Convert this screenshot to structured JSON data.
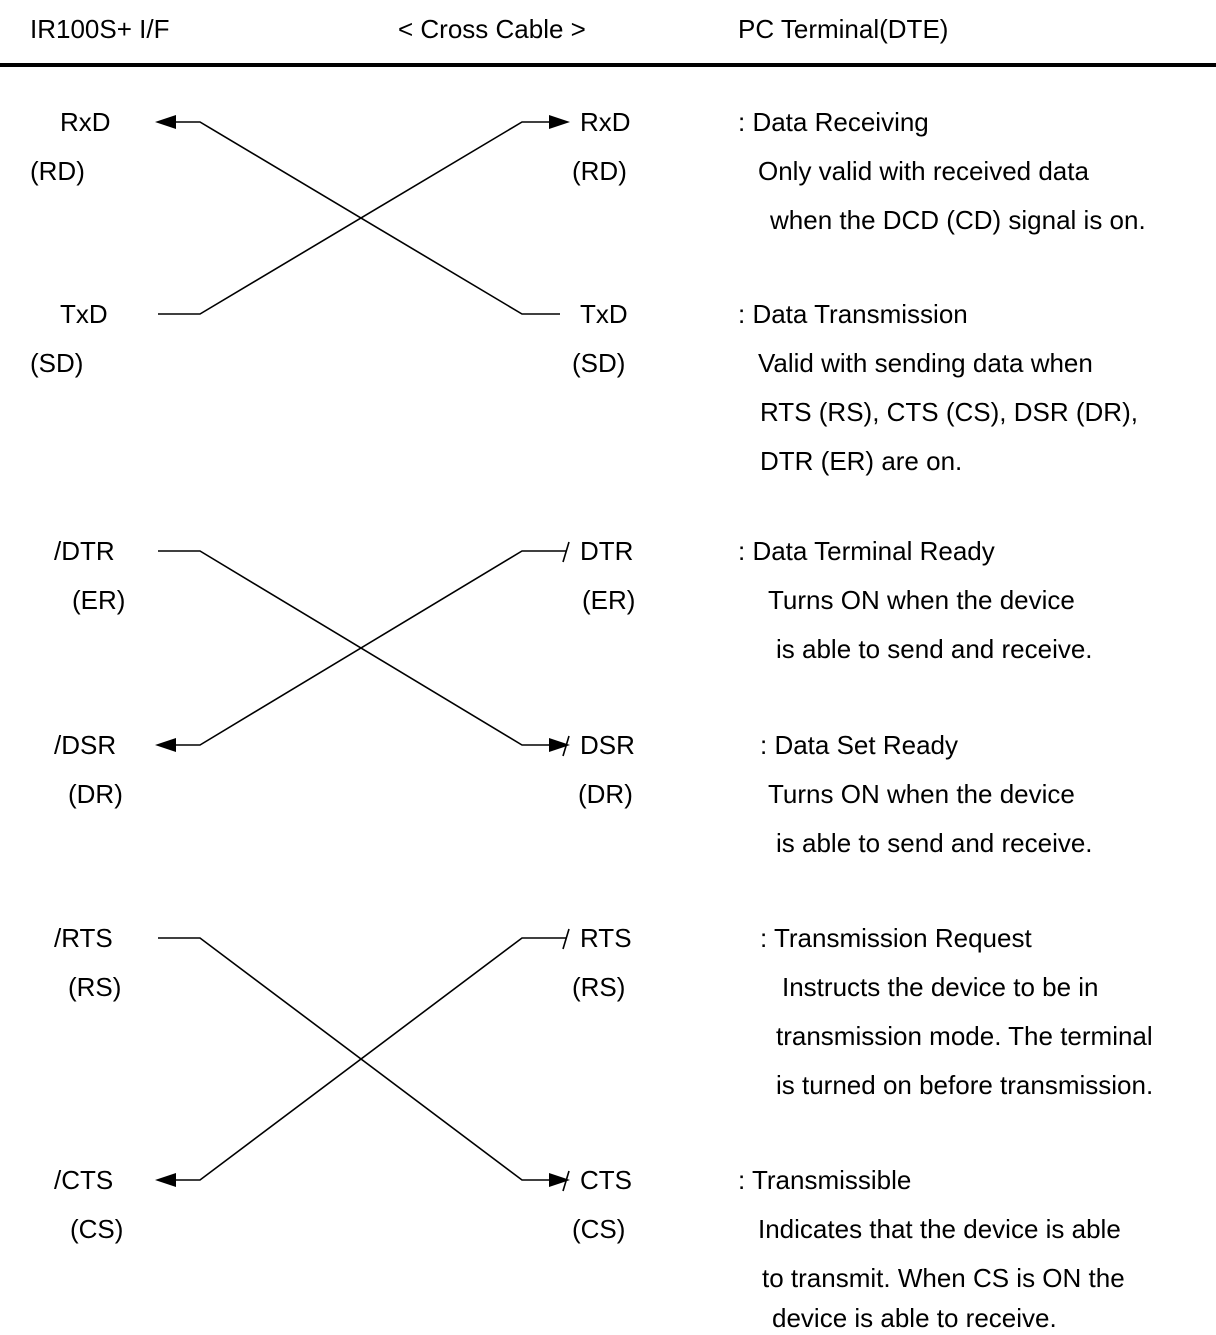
{
  "header": {
    "left": "IR100S+ I/F",
    "center": "< Cross Cable >",
    "right": "PC Terminal(DTE)"
  },
  "signals": {
    "rxd": {
      "left_name": "RxD",
      "left_alias": "(RD)",
      "right_name": "RxD",
      "right_alias": "(RD)",
      "desc": [
        ": Data Receiving",
        "Only valid with received data",
        "when the DCD (CD) signal is on."
      ]
    },
    "txd": {
      "left_name": "TxD",
      "left_alias": "(SD)",
      "right_name": "TxD",
      "right_alias": "(SD)",
      "desc": [
        ": Data Transmission",
        "Valid with sending data when",
        "RTS (RS), CTS (CS), DSR (DR),",
        "DTR (ER) are on."
      ]
    },
    "dtr": {
      "left_name": "/DTR",
      "left_alias": "(ER)",
      "right_name": "DTR",
      "right_alias": "(ER)",
      "desc": [
        ": Data Terminal Ready",
        "Turns ON when the device",
        "is able to send and receive."
      ]
    },
    "dsr": {
      "left_name": "/DSR",
      "left_alias": "(DR)",
      "right_name": "DSR",
      "right_alias": "(DR)",
      "desc": [
        ": Data Set Ready",
        "Turns ON when the device",
        "is able to send and receive."
      ]
    },
    "rts": {
      "left_name": "/RTS",
      "left_alias": "(RS)",
      "right_name": "RTS",
      "right_alias": "(RS)",
      "desc": [
        ": Transmission Request",
        "Instructs the device to be in",
        "transmission mode. The terminal",
        "is turned on before transmission."
      ]
    },
    "cts": {
      "left_name": "/CTS",
      "left_alias": "(CS)",
      "right_name": "CTS",
      "right_alias": "(CS)",
      "desc": [
        ": Transmissible",
        "Indicates that the device is able",
        "to transmit.  When CS is ON the",
        "device is able to receive."
      ]
    }
  }
}
